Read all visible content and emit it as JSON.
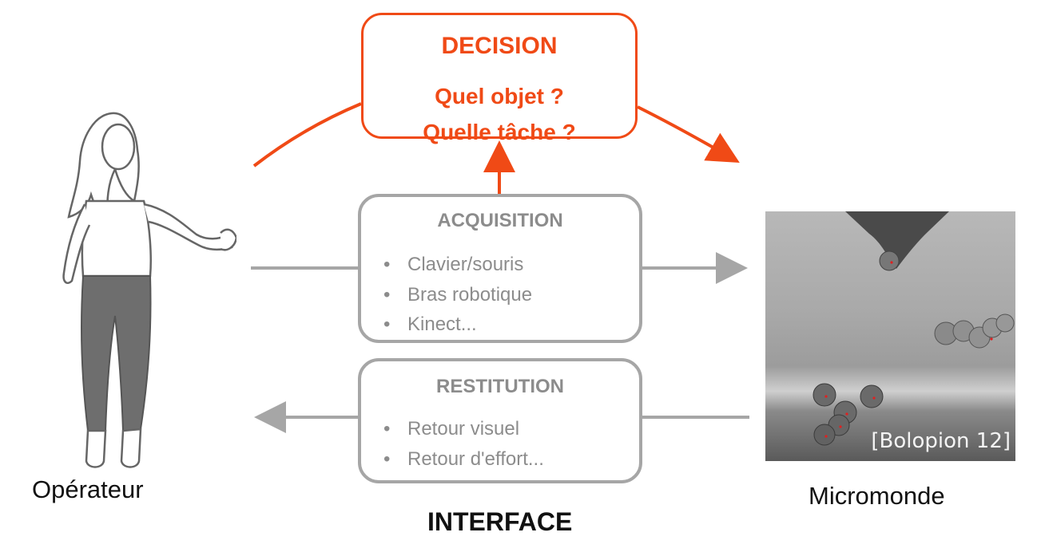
{
  "decision": {
    "title": "DECISION",
    "question1": "Quel objet ?",
    "question2": "Quelle tâche ?"
  },
  "acquisition": {
    "title": "ACQUISITION",
    "items": [
      "Clavier/souris",
      "Bras robotique",
      "Kinect..."
    ]
  },
  "restitution": {
    "title": "RESTITUTION",
    "items": [
      "Retour visuel",
      "Retour d'effort..."
    ]
  },
  "labels": {
    "operator": "Opérateur",
    "micro_world": "Micromonde",
    "interface": "INTERFACE"
  },
  "micro_image": {
    "credit": "[Bolopion 12]"
  },
  "colors": {
    "decision": "#f04a16",
    "boxes": "#a6a6a6",
    "box_text": "#8c8c8c"
  },
  "bullet": "•"
}
